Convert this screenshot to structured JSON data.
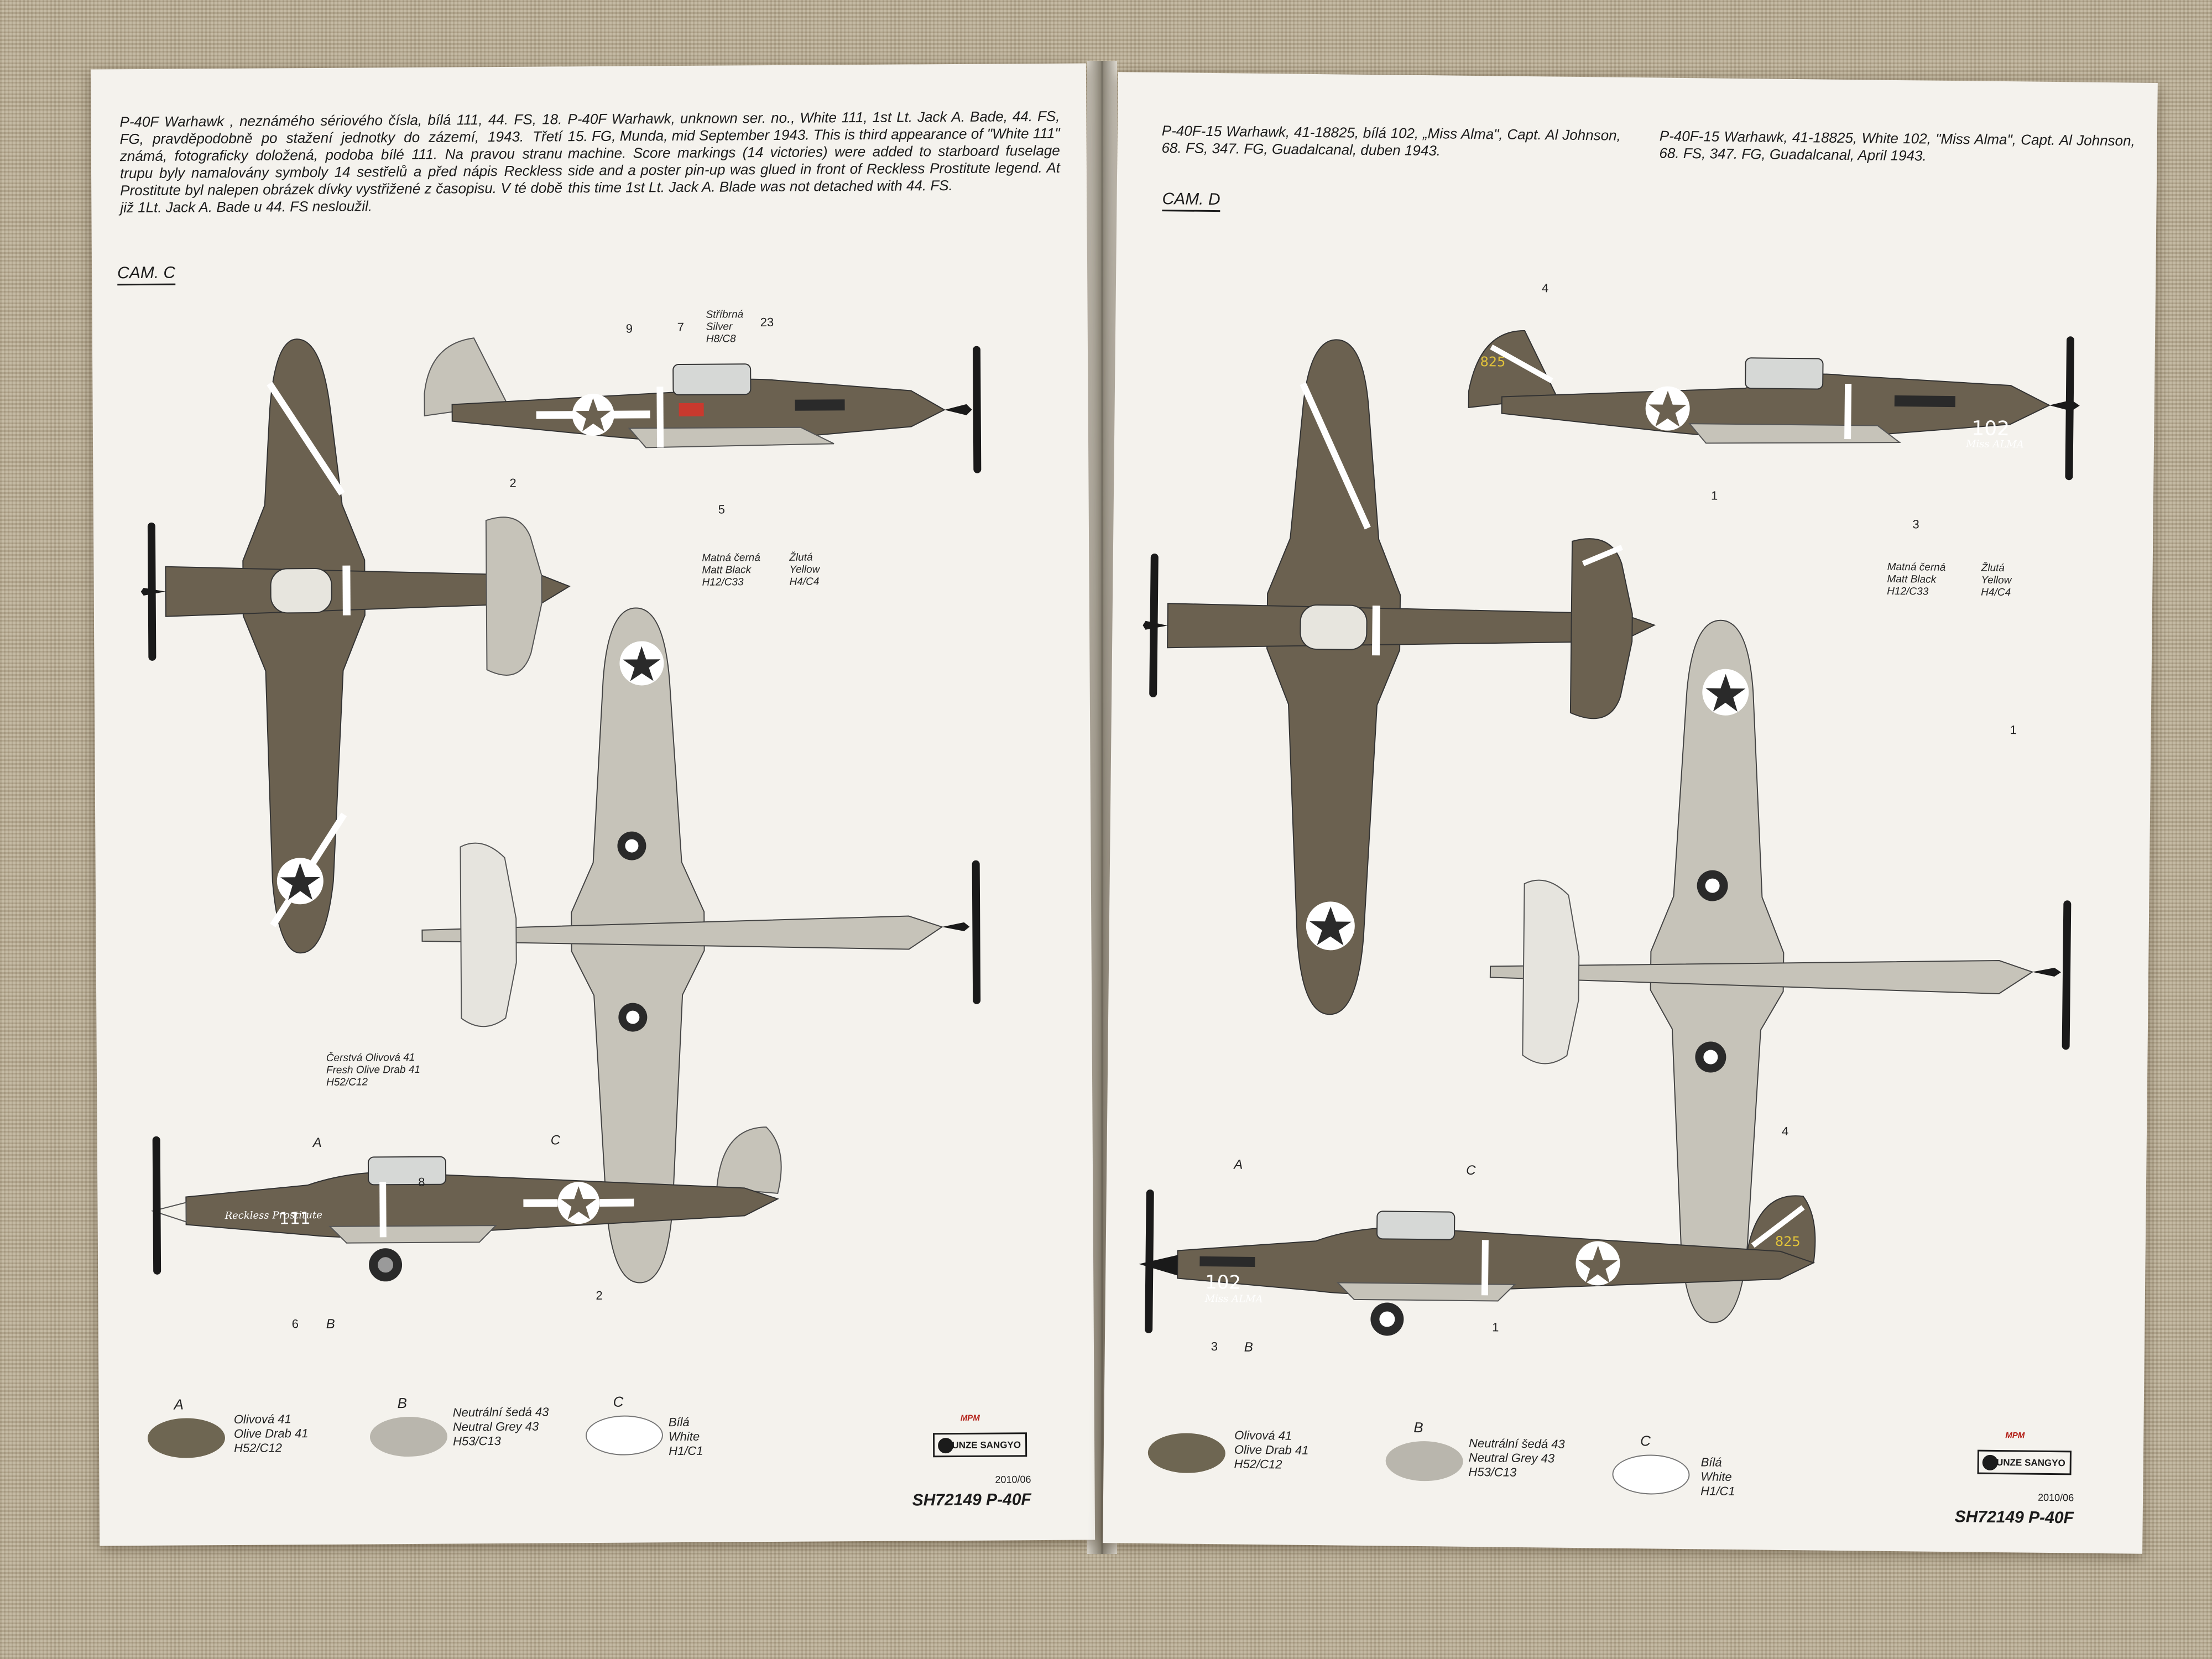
{
  "left_page": {
    "intro_cs": "P-40F Warhawk , neznámého sériového čísla, bílá 111, 44. FS, 18. FG, pravděpodobně po stažení jednotky do zázemí, 1943. Třetí známá, fotograficky doložená, podoba bílé 111. Na pravou stranu trupu byly namalovány symboly 14 sestřelů a před nápis Reckless Prostitute byl nalepen obrázek dívky vystřižené z časopisu. V té době již 1Lt. Jack A. Bade u 44. FS nesloužil.",
    "intro_en": "P-40F Warhawk, unknown ser. no., White 111, 1st Lt. Jack A. Bade, 44. FS, 15. FG, Munda, mid September 1943. This is third appearance of \"White 111\" machine. Score markings (14 victories) were added to starboard fuselage side and a poster pin-up was glued in front of Reckless Prostitute legend. At this time 1st Lt. Jack A. Blade was not detached with 44. FS.",
    "cam_label": "CAM. C",
    "callouts": {
      "silver": [
        "Stříbrná",
        "Silver",
        "H8/C8"
      ],
      "black": [
        "Matná černá",
        "Matt Black",
        "H12/C33"
      ],
      "yellow": [
        "Žlutá",
        "Yellow",
        "H4/C4"
      ],
      "fresh_od": [
        "Čerstvá Olivová 41",
        "Fresh Olive Drab 41",
        "H52/C12"
      ]
    },
    "numbers": {
      "n9": "9",
      "n7": "7",
      "n23": "23",
      "n2": "2",
      "n5": "5",
      "n8": "8",
      "n6": "6"
    },
    "letters": {
      "a": "A",
      "b": "B",
      "c": "C"
    },
    "aircraft_number": "111",
    "nose_art": "Reckless Prostitute",
    "code": "SH72149 P-40F",
    "date": "2010/06"
  },
  "right_page": {
    "intro_cs": "P-40F-15 Warhawk, 41-18825, bílá 102, „Miss Alma\", Capt. Al Johnson, 68. FS, 347. FG, Guadalcanal, duben 1943.",
    "intro_en": "P-40F-15 Warhawk, 41-18825, White 102, \"Miss Alma\", Capt. Al Johnson, 68. FS, 347. FG, Guadalcanal, April 1943.",
    "cam_label": "CAM. D",
    "callouts": {
      "black": [
        "Matná černá",
        "Matt Black",
        "H12/C33"
      ],
      "yellow": [
        "Žlutá",
        "Yellow",
        "H4/C4"
      ]
    },
    "numbers": {
      "n4": "4",
      "n1": "1",
      "n3": "3"
    },
    "letters": {
      "a": "A",
      "b": "B",
      "c": "C"
    },
    "aircraft_number": "102",
    "nose_art": "Miss ALMA",
    "tail_code": "825",
    "code": "SH72149 P-40F",
    "date": "2010/06"
  },
  "legend": [
    {
      "letter": "A",
      "lines": [
        "Olivová 41",
        "Olive Drab 41",
        "H52/C12"
      ],
      "color": "#6e6652"
    },
    {
      "letter": "B",
      "lines": [
        "Neutrální šedá 43",
        "Neutral Grey 43",
        "H53/C13"
      ],
      "color": "#b9b6ad"
    },
    {
      "letter": "C",
      "lines": [
        "Bílá",
        "White",
        "H1/C1"
      ],
      "color": "#ffffff"
    }
  ],
  "logos": {
    "mpm": "MPM",
    "gunze": "GUNZE SANGYO"
  },
  "colors": {
    "olive_drab": "#6b6150",
    "neutral_grey": "#c6c3b9",
    "white": "#ffffff",
    "black": "#1a1a1a",
    "red": "#b32018"
  }
}
